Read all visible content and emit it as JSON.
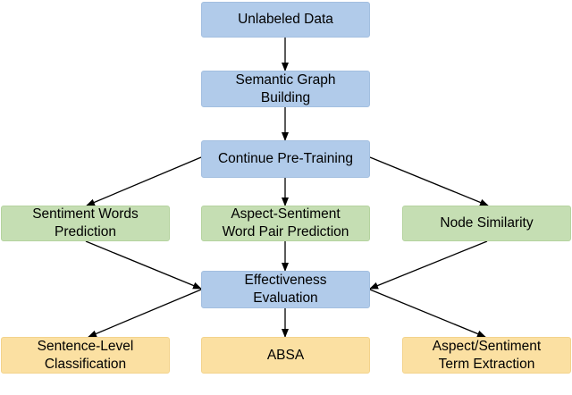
{
  "diagram": {
    "colors": {
      "blue_box": "#b1cbea",
      "green_box": "#c5deb3",
      "orange_box": "#fbe0a2",
      "arrow": "#000000"
    },
    "nodes": {
      "unlabeled": {
        "line1": "Unlabeled Data"
      },
      "semantic": {
        "line1": "Semantic Graph",
        "line2": "Building"
      },
      "pretraining": {
        "line1": "Continue Pre-Training"
      },
      "sentiment": {
        "line1": "Sentiment Words",
        "line2": "Prediction"
      },
      "aspect_pair": {
        "line1": "Aspect-Sentiment",
        "line2": "Word Pair Prediction"
      },
      "node_sim": {
        "line1": "Node Similarity"
      },
      "effectiveness": {
        "line1": "Effectiveness",
        "line2": "Evaluation"
      },
      "sentence": {
        "line1": "Sentence-Level",
        "line2": "Classification"
      },
      "absa": {
        "line1": "ABSA"
      },
      "term": {
        "line1": "Aspect/Sentiment",
        "line2": "Term Extraction"
      }
    },
    "edges": [
      [
        "unlabeled",
        "semantic"
      ],
      [
        "semantic",
        "pretraining"
      ],
      [
        "pretraining",
        "sentiment"
      ],
      [
        "pretraining",
        "aspect_pair"
      ],
      [
        "pretraining",
        "node_sim"
      ],
      [
        "sentiment",
        "effectiveness"
      ],
      [
        "aspect_pair",
        "effectiveness"
      ],
      [
        "node_sim",
        "effectiveness"
      ],
      [
        "effectiveness",
        "sentence"
      ],
      [
        "effectiveness",
        "absa"
      ],
      [
        "effectiveness",
        "term"
      ]
    ]
  }
}
